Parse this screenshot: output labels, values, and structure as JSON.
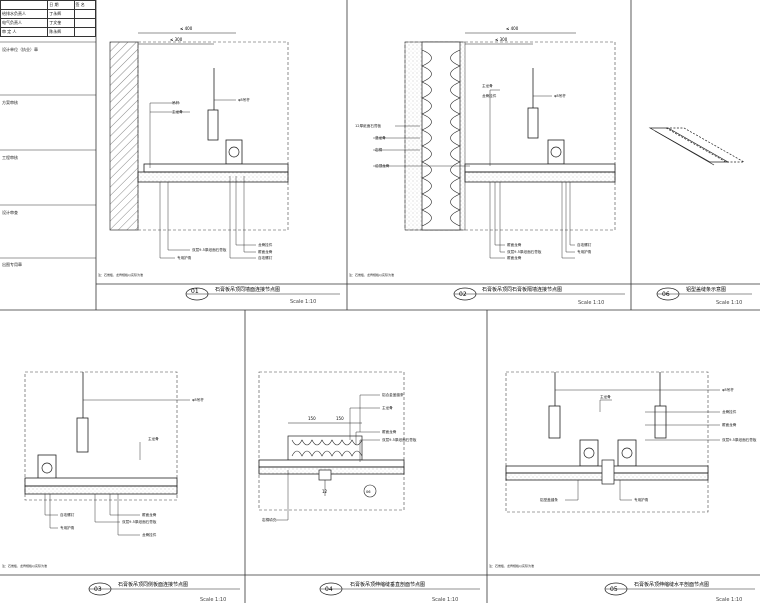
{
  "title_block": {
    "header": [
      "",
      "日 期",
      "签 名"
    ],
    "rows": [
      [
        "给排水负责人",
        "丁永辉"
      ],
      [
        "电气负责人",
        "丁文奎"
      ],
      [
        "审 定 人",
        "陈永辉"
      ]
    ],
    "sections": [
      "设计单位（执业）章",
      "方案审核",
      "工程审核",
      "设计审查",
      "出图专用章"
    ]
  },
  "details": [
    {
      "num": "01",
      "title": "石膏板吊顶同墙面连接节点图",
      "scale": "Scale 1:10",
      "dims": [
        "≤ 400",
        "≤ 300"
      ],
      "labels": [
        "φ8吊杆",
        "吊杆",
        "主龙骨",
        "龙骨挂件",
        "覆面龙骨",
        "双层9.5厚纸面石膏板",
        "自攻螺钉",
        "专用护角"
      ],
      "note": "注：石膏板、龙骨规格以实际为准"
    },
    {
      "num": "02",
      "title": "石膏板吊顶同石膏板隔墙连接节点图",
      "scale": "Scale 1:10",
      "dims": [
        "≤ 400",
        "≤ 300"
      ],
      "labels": [
        "φ8吊杆",
        "主龙骨",
        "龙骨挂件",
        "12厚纸面石膏板",
        "竖龙骨",
        "岩棉",
        "沿顶龙骨",
        "覆面龙骨",
        "双层9.5厚纸面石膏板",
        "自攻螺钉",
        "专用护角",
        "覆面龙骨"
      ],
      "note": "注：石膏板、龙骨规格以实际为准"
    },
    {
      "num": "06",
      "title": "铝型盖缝条示意图",
      "scale": "Scale 1:10"
    },
    {
      "num": "03",
      "title": "石膏板吊顶同侧板面连接节点图",
      "scale": "Scale 1:10",
      "labels": [
        "φ8吊杆",
        "主龙骨",
        "自攻螺钉",
        "双层9.5厚纸面石膏板",
        "覆面龙骨",
        "专用护角",
        "龙骨挂件"
      ],
      "note": "注：石膏板、龙骨规格以实际为准"
    },
    {
      "num": "04",
      "title": "石膏板吊顶伸缩缝垂直剖面节点图",
      "scale": "Scale 1:10",
      "dims": [
        "150",
        "150",
        "12"
      ],
      "callout": "06",
      "labels": [
        "铝合金盖缝条",
        "主龙骨",
        "覆面龙骨",
        "双层9.5厚纸面石膏板",
        "岩棉填充"
      ]
    },
    {
      "num": "05",
      "title": "石膏板吊顶伸缩缝水平剖面节点图",
      "scale": "Scale 1:10",
      "labels": [
        "φ8吊杆",
        "主龙骨",
        "龙骨挂件",
        "覆面龙骨",
        "双层9.5厚纸面石膏板",
        "铝型盖缝条",
        "专用护角"
      ],
      "note": "注：石膏板、龙骨规格以实际为准"
    }
  ]
}
